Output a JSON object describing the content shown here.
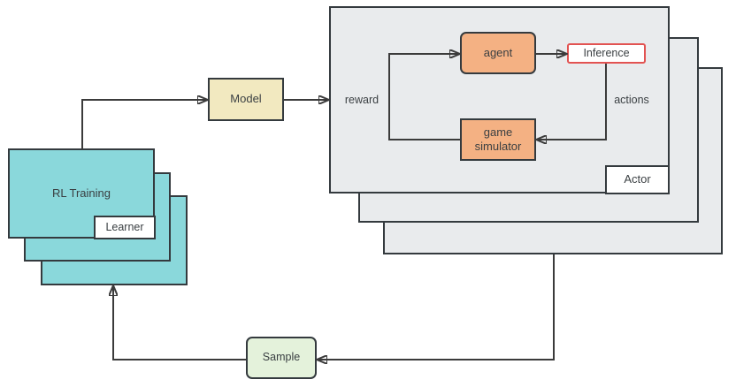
{
  "diagram": {
    "nodes": {
      "rl_training": {
        "label": "RL Training"
      },
      "learner": {
        "label": "Learner"
      },
      "model": {
        "label": "Model"
      },
      "agent": {
        "label": "agent"
      },
      "inference": {
        "label": "Inference"
      },
      "game_simulator": {
        "label": "game simulator"
      },
      "actor": {
        "label": "Actor"
      },
      "sample": {
        "label": "Sample"
      }
    },
    "edge_labels": {
      "reward": "reward",
      "actions": "actions"
    },
    "colors": {
      "teal_fill": "#8AD8DB",
      "orange_fill": "#F4B183",
      "yellow_fill": "#F2E9C0",
      "green_fill": "#E4F2DB",
      "gray_fill": "#E9EBED",
      "white_fill": "#FFFFFF",
      "red_border": "#E25352",
      "line_color": "#3B3B3B"
    }
  }
}
